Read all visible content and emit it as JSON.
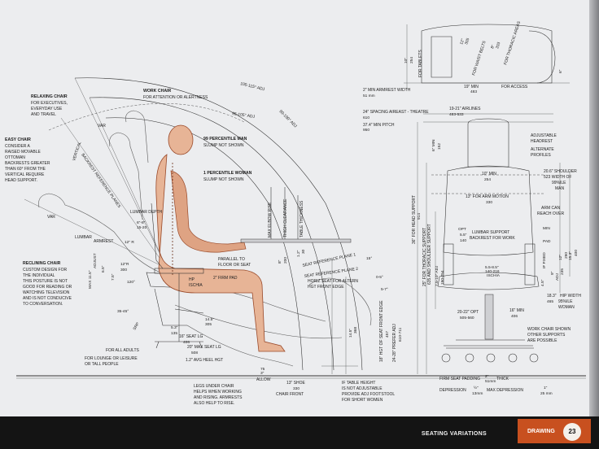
{
  "footer": {
    "section": "SEATING VARIATIONS",
    "label": "DRAWING",
    "page_number": "23"
  },
  "colors": {
    "paper": "#ecedef",
    "figure_fill": "#e7b496",
    "figure_stroke": "#9a4a2a",
    "accent": "#c8501f"
  },
  "side_view": {
    "chair_types": [
      {
        "title": "RELAXING CHAIR",
        "lines": [
          "FOR EXECUTIVES,",
          "EVERYDAY USE",
          "AND TRAVEL"
        ]
      },
      {
        "title": "EASY CHAIR",
        "lines": [
          "CONSIDER A",
          "RAISED MOVABLE",
          "OTTOMAN",
          "BACKRESTS GREATER",
          "THAN 60° FROM THE",
          "VERTICAL REQUIRE",
          "HEAD SUPPORT."
        ]
      },
      {
        "title": "WORK CHAIR",
        "lines": [
          "FOR ATTENTION OR ALERTNESS"
        ]
      },
      {
        "title": "RECLINING CHAIR",
        "lines": [
          "CUSTOM DESIGN FOR",
          "THE INDIVIDUAL",
          "THIS POSTURE IS NOT",
          "GOOD FOR READING OR",
          "WATCHING TELEVISION",
          "AND IS NOT CONDUCIVE",
          "TO CONVERSATION."
        ]
      }
    ],
    "persons": [
      {
        "title": "99 PERCENTILE MAN",
        "note": "SLUMP NOT SHOWN"
      },
      {
        "title": "1 PERCENTILE WOMAN",
        "note": "SLUMP NOT SHOWN"
      }
    ],
    "adj_arcs": [
      "105-115° ADJ",
      "95-105° ADJ",
      "90-100° ADJ"
    ],
    "labels": {
      "var1": "VAR",
      "var2": "VAR",
      "vertical": "VERTICAL",
      "backrest_ref": "BACKREST REFERENCE PLANES",
      "lumbar_depth": "LUMBAR DEPTH",
      "lumbar_depth_dim": "6\"-8\"",
      "lumbar_depth_mm": "15-20",
      "lumbar": "LUMBAR",
      "armrest": "ARMREST",
      "r12": "12\" R",
      "r12b": "12\"R",
      "r12b_mm": "300",
      "adjust": "ADJUST",
      "max_115": "MAX 11.5\"",
      "v75": "7.5\"",
      "v65": "6.5\"",
      "ang120": "120°",
      "ang3545": "35-45°",
      "srp": "SRP",
      "hp": "HP",
      "ischia": "ISCHIA",
      "max_elbow_rise": "MAX ELBOW RISE",
      "thigh_clearance": "THIGH CLEARANCE",
      "table_thickness": "TABLE THICKNESS",
      "parallel": "PARALLEL TO",
      "floor_or_seat": "FLOOR OR SEAT",
      "firm_pad": "2\" FIRM PAD",
      "seat_ref1": "SEAT REFERENCE PLANE 1",
      "seat_ref2": "SEAT REFERENCE PLANE 2",
      "horiz_seat": "HORIZ SEAT FOR ALTERN",
      "hgt_front_edge": "HGT FRONT EDGE",
      "ang15": "15°",
      "ang05": "0-5°",
      "v57": "5-7°",
      "ht_seat_front": "18\" HGT OF SEAT FRONT EDGE",
      "ht_seat_front_mm": "457",
      "preferred_ht": "24-28\" PREFER ADJ",
      "preferred_ht_mm": "610-711",
      "seat_lg16": "16\" SEAT LG",
      "seat_lg16_mm": "406",
      "seat_lg20": "20\" MAX SEAT LG",
      "seat_lg20_mm": "508",
      "heel": "1.2\" AVG HEEL HGT",
      "for_all_adults": "FOR ALL ADULTS",
      "lounge1": "FOR LOUNGE OR LEISURE",
      "lounge2": "OR TALL PEOPLE",
      "legs1": "LEGS UNDER CHAIR",
      "legs2": "HELPS WHEN WORKING",
      "legs3": "AND RISING. ARMRESTS",
      "legs4": "ALSO HELP TO RISE.",
      "allow": "ALLOW",
      "shoe": "13\" SHOE",
      "shoe_mm": "330",
      "chair_front": "CHAIR FRONT",
      "table1": "IF TABLE HEIGHT",
      "table2": "IS NOT ADJUSTABLE",
      "table3": "PROVIDE ADJ FOOTSTOOL",
      "table4": "FOR SHORT WOMEN",
      "d53": "5.3\"",
      "d135": "135",
      "d145": "14.5\"",
      "d368": "368",
      "d8": "8\"",
      "d200": "200",
      "d12": "1.2\"",
      "d30": "30",
      "d3": "3\"",
      "d75": "75",
      "d145b": "14.5\"",
      "d305": "305"
    }
  },
  "front_view": {
    "for_tablets": "FOR TABLETS",
    "tab_dim": "10\"",
    "tab_mm": "254",
    "for_waist": "FOR WAIST BELTS",
    "for_thoracic": "FOR THORACIC AREAS",
    "d12": "12\"",
    "d305": "305",
    "d8": "8\"",
    "d203": "203",
    "min_armrest": "2\" MIN ARMREST WIDTH",
    "min_armrest_mm": "51 mm",
    "seat19": "19\" MIN",
    "seat19_mm": "483",
    "for_access": "FOR ACCESS",
    "theatre": "24\" SPACING AIREAST - THEATRE",
    "theatre_mm": "610",
    "airlines": "19-21\" AIRLINES",
    "airlines_mm": "483-533",
    "min_pitch": "37.4\" MIN PITCH",
    "min_pitch_mm": "950",
    "adj_headrest1": "ADJUSTABLE",
    "adj_headrest2": "HEADREST",
    "alt_profiles1": "ALTERNATE",
    "alt_profiles2": "PROFILES",
    "shoulder1": "20.6\" SHOULDER",
    "shoulder2": "523 WIDTH OF",
    "shoulder3": "99%ILE",
    "shoulder4": "MAN",
    "min6": "6\" MIN",
    "min6_mm": "152",
    "w10": "10\" MIN",
    "w10_mm": "254",
    "arm_motion": "13\" FOR ARM MOTION",
    "arm_motion_mm": "330",
    "arm_can": "ARM CAN",
    "reach_over": "REACH OVER",
    "head_support": "36\" FOR HEAD SUPPORT",
    "head_support_mm": "914",
    "thoracic_support": "25\" FOR THORACIC SUPPORT",
    "thoracic_support2": "635 AND SHOULDER SUPPORT",
    "lumbar_support1": "LUMBAR SUPPORT",
    "lumbar_support2": "BACKREST FOR WORK",
    "opt": "OPT",
    "opt_dim": "5.5\"",
    "opt_mm": "140",
    "min_pad": "MIN",
    "min_pad2": "PAD",
    "d153": "15.3\"",
    "d400": "400",
    "d7510": "7.5-10\" ADJ",
    "d7510mm": "190-254",
    "ischia": "ISCHIA",
    "d5585": "5.5-8.5\"",
    "d140216": "140-216",
    "if_fixed": "IF FIXED",
    "adj": "ADJ",
    "d9": "9\"",
    "d235": "235",
    "d4": "4.5\"",
    "d2022": "20-22\" OPT",
    "d2022mm": "505-560",
    "d16": "16\" MIN",
    "d16mm": "406",
    "hip1": "18.3\"",
    "hip2": "HIP WIDTH",
    "hip3": "465",
    "hip4": "95%ILE",
    "hip5": "WOMAN",
    "base1": "WORK CHAIR SHOWN",
    "base2": "OTHER SUPPORTS",
    "base3": "ARE POSSIBLE",
    "firm_pad": "FIRM SEAT PADDING",
    "thick": "THICK",
    "thick_dim": "2\"",
    "thick_mm": "51mm",
    "depression": "DEPRESSION",
    "dep_dim": "½\"",
    "dep_mm": "13mm",
    "max_dep": "MAX DEPRESSION",
    "max_dep_dim": "1\"",
    "max_dep_mm": "25 mm",
    "d914": "36\"",
    "d711": "28\"",
    "d6": "6\"",
    "d406": "16\"",
    "d12b": "12\"",
    "d290": "290",
    "d4b": "4\"",
    "d135": "135"
  }
}
